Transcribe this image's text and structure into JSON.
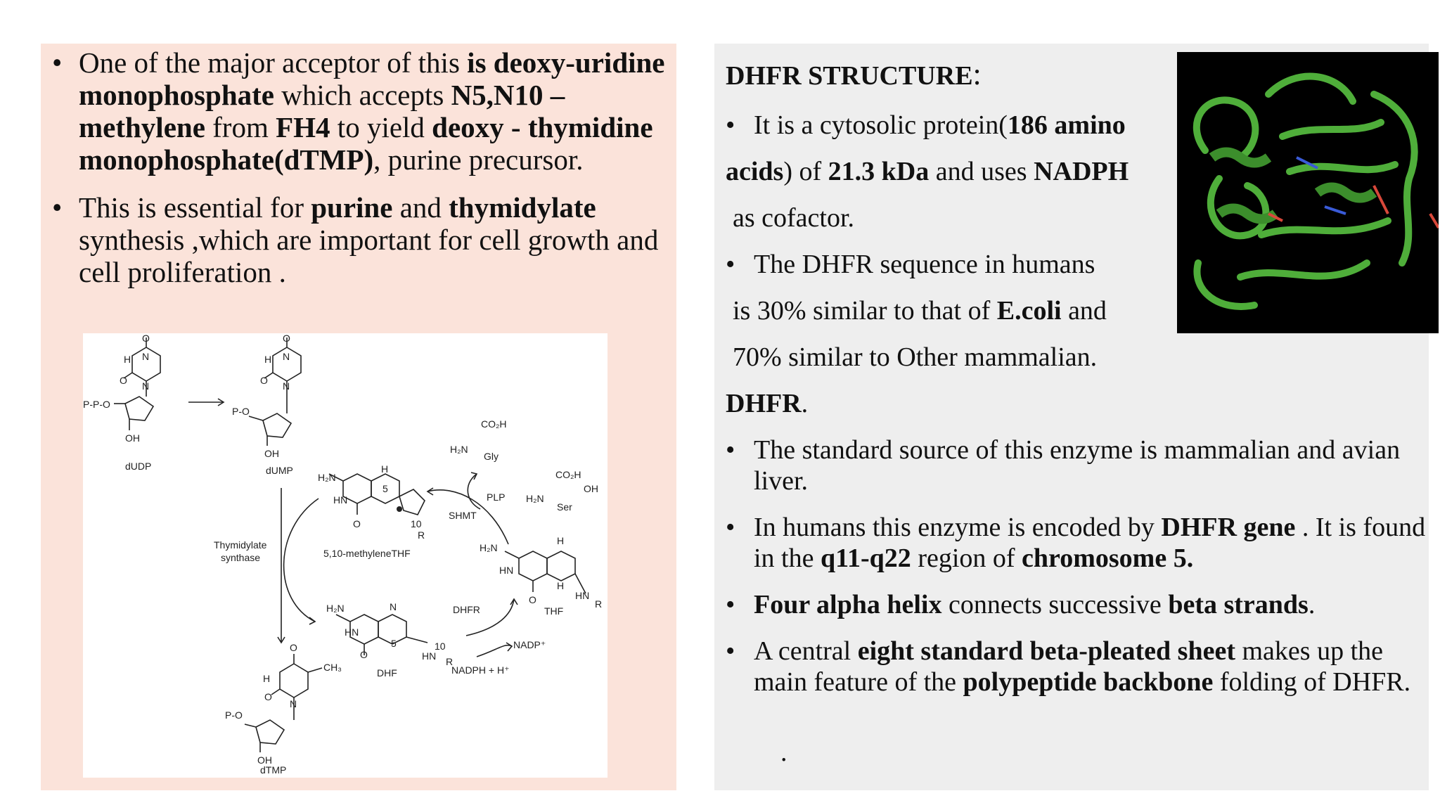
{
  "left": {
    "bullet1": {
      "a": "One of the major acceptor of this ",
      "b": "is deoxy-uridine monophosphate",
      "c": " which accepts ",
      "d": "N5,N10 –methylene",
      "e": " from ",
      "f": "FH4",
      "g": " to yield ",
      "h": "deoxy - thymidine monophosphate(dTMP)",
      "i": ", purine precursor."
    },
    "bullet2": {
      "a": "This is essential for ",
      "b": "purine",
      "c": " and ",
      "d": "thymidylate",
      "e": " synthesis ,which are important for cell growth and cell proliferation ."
    }
  },
  "diagram": {
    "labels": {
      "dudp": "dUDP",
      "dump": "dUMP",
      "dtmp": "dTMP",
      "thymidylate": "Thymidylate",
      "synthase": "synthase",
      "methylene_thf": "5,10-methyleneTHF",
      "dhf": "DHF",
      "thf": "THF",
      "shmt": "SHMT",
      "plp": "PLP",
      "dhfr": "DHFR",
      "nadp": "NADP⁺",
      "nadph": "NADPH + H⁺",
      "gly": "Gly",
      "ser": "Ser",
      "co2h": "CO₂H",
      "h2n": "H₂N",
      "oh": "OH",
      "ch3": "CH₃",
      "ppo": "P-P-O",
      "po": "P-O",
      "h": "H",
      "n": "N",
      "o": "O",
      "hn": "HN",
      "r": "R",
      "five": "5",
      "ten": "10"
    }
  },
  "right": {
    "heading": "DHFR STRUCTURE",
    "heading_colon": ":",
    "p1": {
      "a": "It is a cytosolic protein(",
      "b": "186 amino"
    },
    "p1b": {
      "a": "acids",
      "b": ") of ",
      "c": "21.3 kDa",
      "d": " and uses ",
      "e": "NADPH"
    },
    "p1c": "as cofactor.",
    "p2": "The DHFR sequence  in humans",
    "p2b": {
      "a": "is 30% similar to that of ",
      "b": "E.coli",
      "c": " and"
    },
    "p2c": "70% similar to Other mammalian.",
    "dhfr": {
      "a": "DHFR",
      "b": "."
    },
    "p3": "The standard source of this enzyme is mammalian and avian liver.",
    "p4": {
      "a": "In humans this enzyme is encoded by ",
      "b": "DHFR gene",
      "c": " . It is found in the ",
      "d": "q11-q22",
      "e": " region of ",
      "f": "chromosome 5."
    },
    "p5": {
      "a": "Four alpha helix",
      "b": " connects successive ",
      "c": "beta strands",
      "d": "."
    },
    "p6": {
      "a": "A central ",
      "b": "eight standard beta-pleated sheet",
      "c": " makes up the main feature of the ",
      "d": "polypeptide backbone",
      "e": " folding of DHFR."
    },
    "trail": "."
  },
  "colors": {
    "left_panel": "#fbe3da",
    "right_panel": "#eeeeee",
    "protein_green": "#4fae3a"
  }
}
